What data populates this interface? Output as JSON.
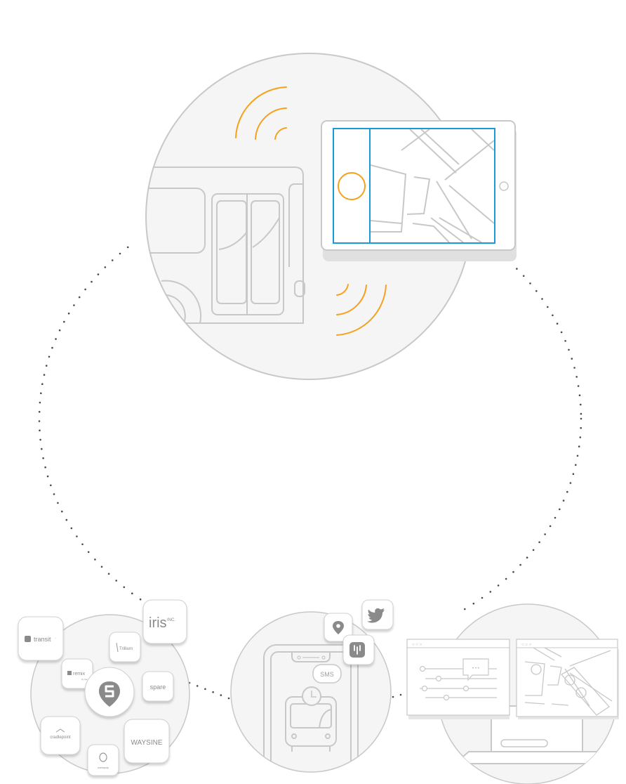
{
  "colors": {
    "stroke": "#c8c8c8",
    "circle_fill": "#f5f5f5",
    "accent_orange": "#f4a21d",
    "accent_blue": "#1a9ad6",
    "dots": "#4a4a4a",
    "text": "#a8a8a8",
    "tile_fill": "#ffffff"
  },
  "partners": {
    "transit": "transit",
    "transit_tm": "·",
    "iris": "iris",
    "iris_inc": "INC.",
    "trillium": "Trillium",
    "remix": "remix",
    "remix_sub": "by Via",
    "spare": "spare",
    "cradlepoint": "cradlepoint",
    "waysine": "WAYSINE",
    "lorem": "lorempurp"
  },
  "phone": {
    "sms_label": "SMS"
  },
  "dashboard": {
    "window_dots": "○ ○ ○",
    "chat_dots": "• • •"
  },
  "icons": {
    "pin": "pin-icon",
    "transit_logo": "transit-logo-icon",
    "twitter": "twitter-icon",
    "swiftly": "swiftly-logo-icon",
    "clock": "clock-icon",
    "bus": "bus-icon"
  }
}
